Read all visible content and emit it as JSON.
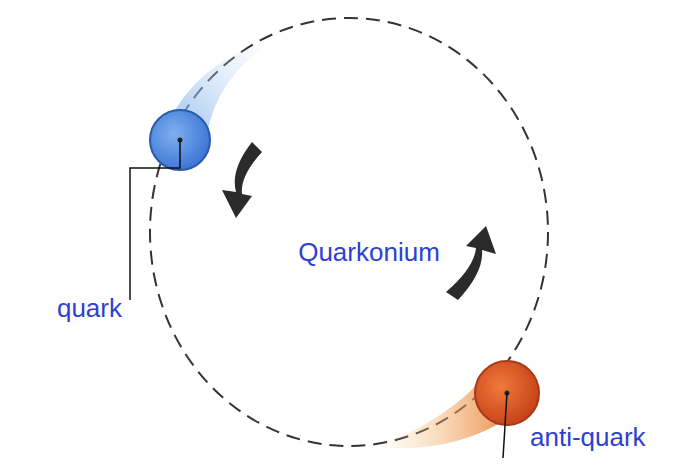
{
  "diagram": {
    "labels": [
      "Quarkonium",
      "quark",
      "anti-quark"
    ]
  }
}
